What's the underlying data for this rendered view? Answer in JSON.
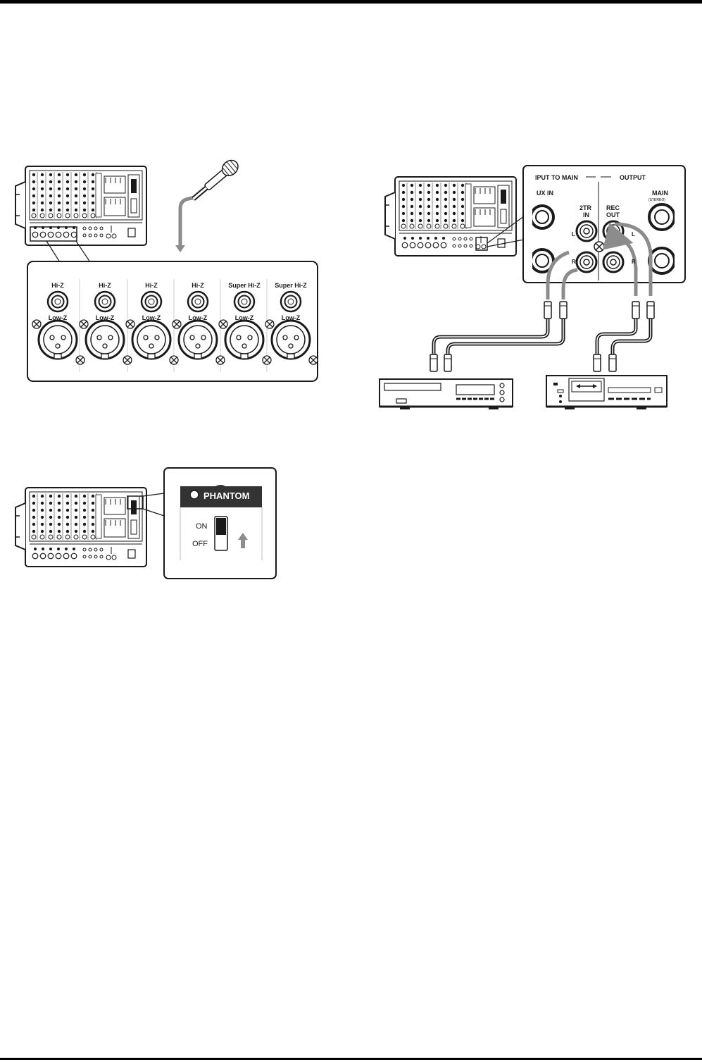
{
  "input_panel": {
    "channels": [
      {
        "hi": "Hi-Z",
        "low": "Low-Z"
      },
      {
        "hi": "Hi-Z",
        "low": "Low-Z"
      },
      {
        "hi": "Hi-Z",
        "low": "Low-Z"
      },
      {
        "hi": "Hi-Z",
        "low": "Low-Z"
      },
      {
        "hi": "Super Hi-Z",
        "low": "Low-Z"
      },
      {
        "hi": "Super Hi-Z",
        "low": "Low-Z"
      }
    ]
  },
  "phantom_panel": {
    "title": "PHANTOM",
    "on_label": "ON",
    "off_label": "OFF"
  },
  "io_panel": {
    "section_input": "IPUT TO MAIN",
    "section_output": "OUTPUT",
    "aux_in": "UX  IN",
    "main_label": "MAIN",
    "main_sub": "(STEREO)",
    "in_line1": "2TR",
    "in_line2": "IN",
    "out_line1": "REC",
    "out_line2": "OUT",
    "left": "L",
    "right": "R"
  },
  "colors": {
    "ink": "#1a1a1a",
    "cable_gray": "#8c8c8c",
    "panel_dark": "#333333"
  }
}
